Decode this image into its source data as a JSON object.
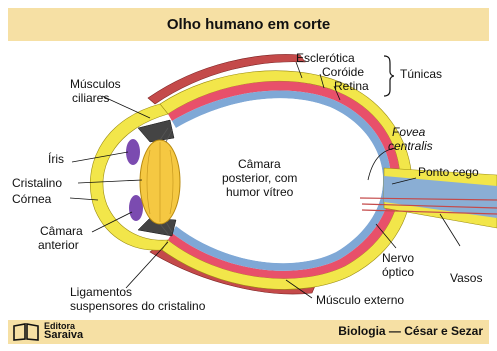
{
  "title": "Olho humano em corte",
  "footer": {
    "publisher_line1": "Editora",
    "publisher_line2": "Saraiva",
    "book_credit": "Biologia — César e Sezar"
  },
  "labels": {
    "musculos_ciliares_1": "Músculos",
    "musculos_ciliares_2": "ciliares",
    "iris": "Íris",
    "cristalino": "Cristalino",
    "cornea": "Córnea",
    "camara_anterior_1": "Câmara",
    "camara_anterior_2": "anterior",
    "ligamentos_1": "Ligamentos",
    "ligamentos_2": "suspensores do cristalino",
    "esclerotica": "Esclerótica",
    "coroide": "Coróide",
    "retina": "Retina",
    "tunicas": "Túnicas",
    "fovea_1": "Fovea",
    "fovea_2": "centralis",
    "ponto_cego": "Ponto cego",
    "camara_posterior_1": "Câmara",
    "camara_posterior_2": "posterior, com",
    "camara_posterior_3": "humor vítreo",
    "nervo_optico_1": "Nervo",
    "nervo_optico_2": "óptico",
    "vasos": "Vasos",
    "musculo_externo": "Músculo externo"
  },
  "colors": {
    "banner": "#f6e0a4",
    "sclera": "#f2e64a",
    "choroid": "#e8506a",
    "retina": "#7fa8d6",
    "vitreous": "#ffffff",
    "lens": "#f5c842",
    "iris": "#7b4bb0",
    "muscle": "#c44a4a",
    "nerve": "#8aaed4"
  }
}
